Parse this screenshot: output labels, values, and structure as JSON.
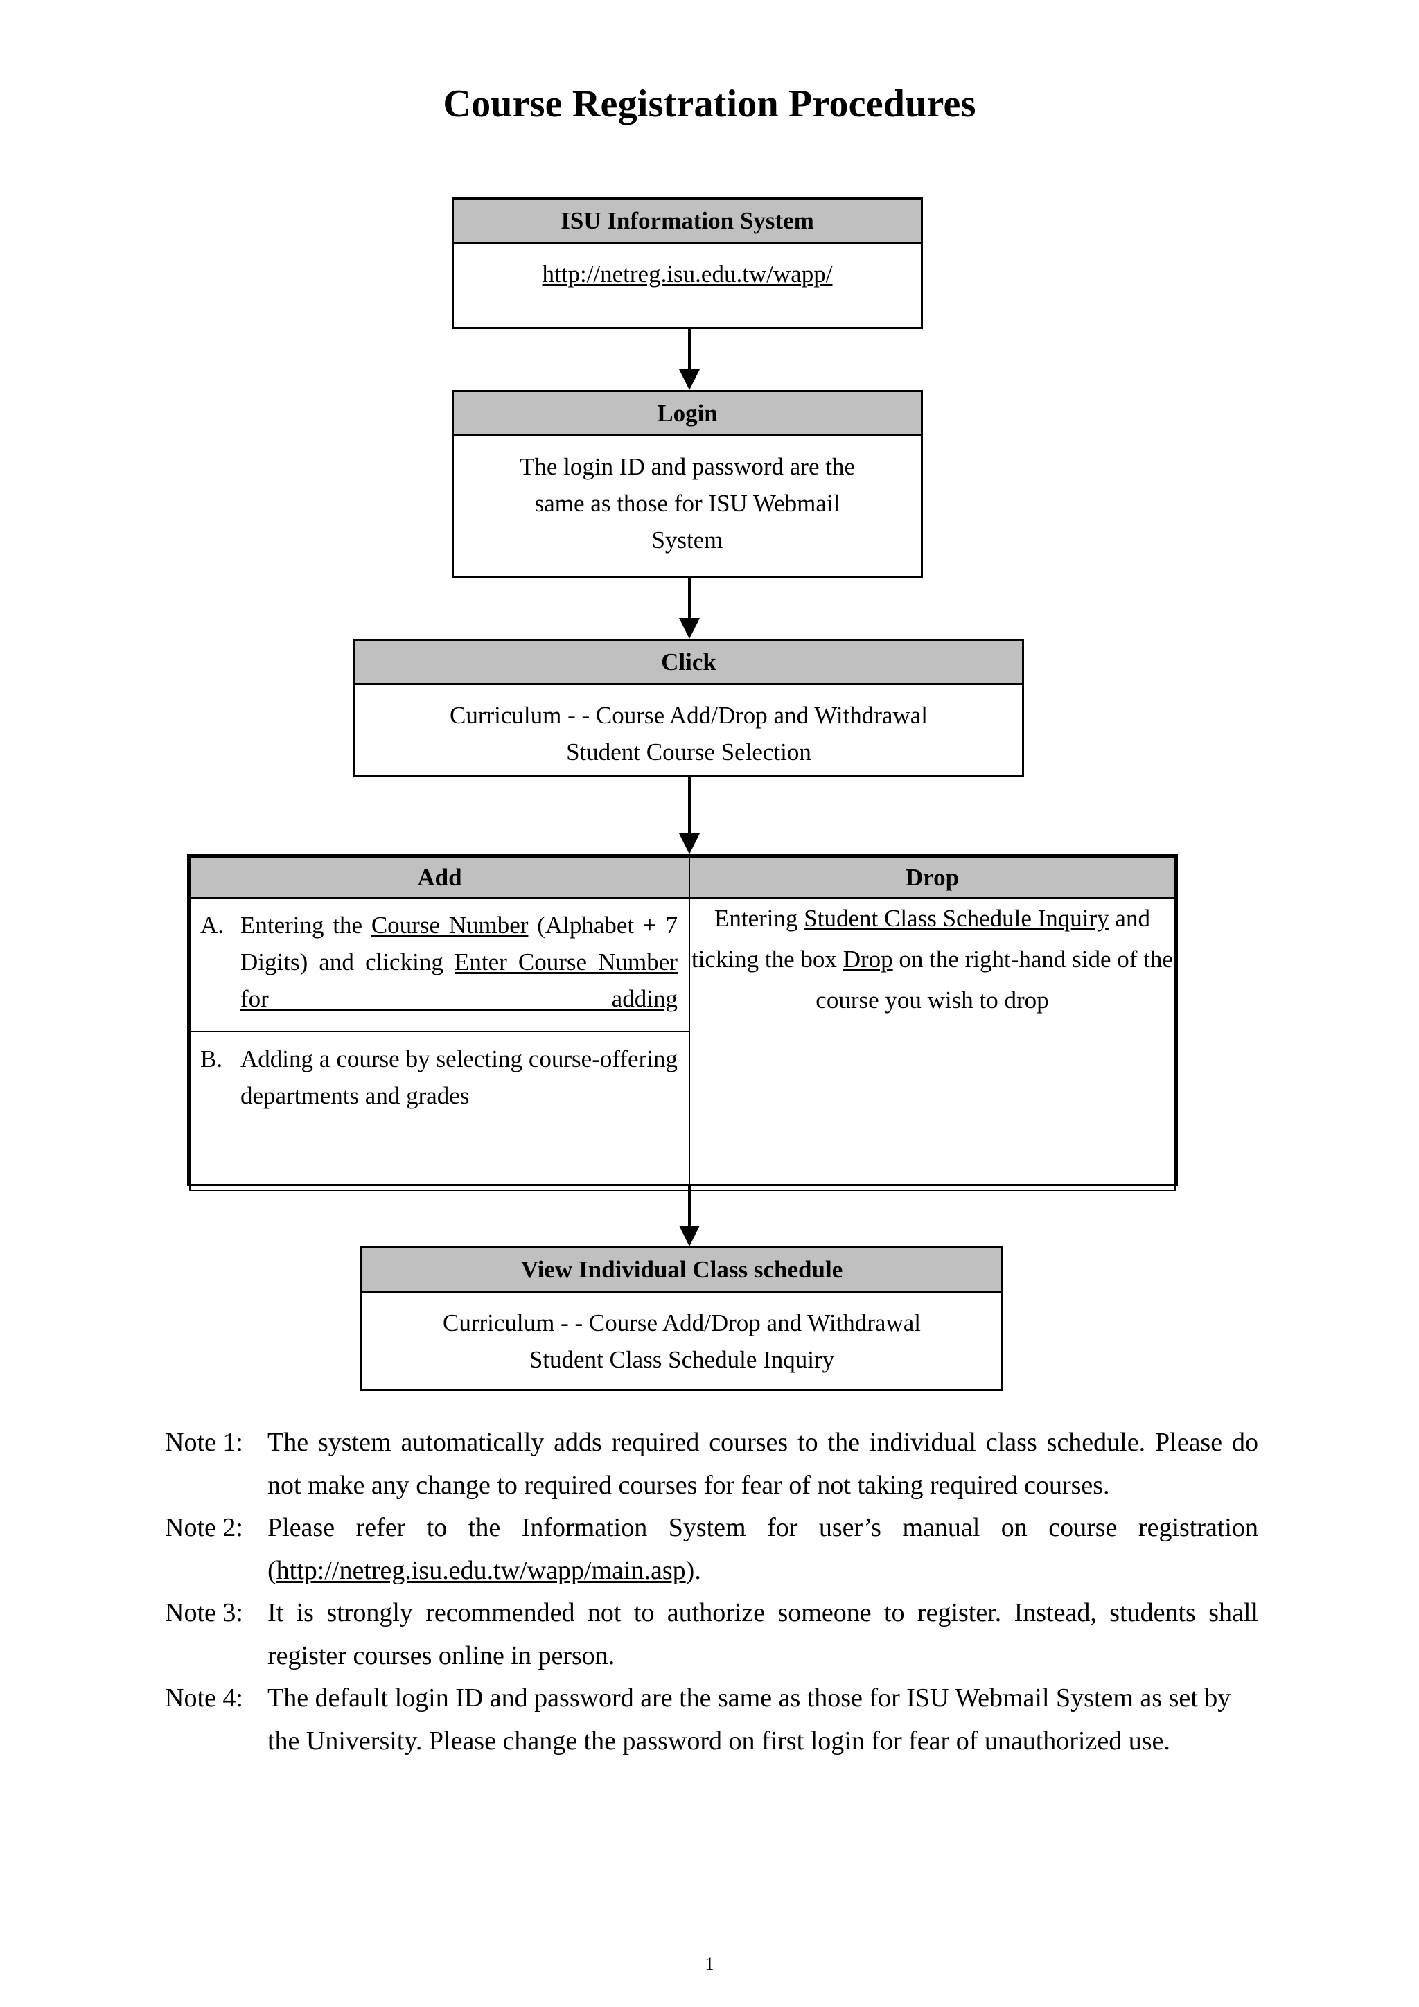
{
  "document": {
    "title": "Course Registration Procedures",
    "page_number": "1"
  },
  "colors": {
    "header_fill": "#C0C0C0",
    "border": "#000000",
    "text": "#000000",
    "background": "#FFFFFF"
  },
  "flowchart": {
    "boxes": [
      {
        "id": "isu-information-system",
        "header": "ISU Information System",
        "body_lines": [
          "http://netreg.isu.edu.tw/wapp/"
        ],
        "body_underlined": true
      },
      {
        "id": "login",
        "header": "Login",
        "body_lines": [
          "The login ID and password are the",
          "same as those for ISU Webmail",
          "System"
        ],
        "body_underlined": false
      },
      {
        "id": "click",
        "header": "Click",
        "body_lines": [
          "Curriculum - - Course Add/Drop and Withdrawal",
          "Student Course Selection"
        ],
        "body_underlined": false
      },
      {
        "id": "view-individual-class-schedule",
        "header": "View Individual Class schedule",
        "body_lines": [
          "Curriculum - - Course Add/Drop and Withdrawal",
          "Student Class Schedule Inquiry"
        ],
        "body_underlined": false
      }
    ],
    "add_drop_table": {
      "columns": [
        {
          "header": "Add"
        },
        {
          "header": "Drop"
        }
      ],
      "add_items": [
        {
          "marker": "A.",
          "text_before_link_1": "Entering the ",
          "link_1": "Course Number",
          "text_middle": " (Alphabet + 7 Digits) and clicking ",
          "link_2": "Enter Course Number for adding"
        },
        {
          "marker": "B.",
          "text_plain": "Adding a course by selecting course-offering departments and grades"
        }
      ],
      "drop_item": {
        "text_1": "Entering ",
        "link_1": "Student Class Schedule Inquiry",
        "text_2": " and ticking the box ",
        "link_2": "Drop",
        "text_3": " on the right-hand side of the course you wish to drop"
      }
    }
  },
  "notes": [
    {
      "label": "Note 1:",
      "text": "The system automatically adds required courses to the individual class schedule. Please do not make any change to required courses for fear of not taking required courses.",
      "justified": true
    },
    {
      "label": "Note 2:",
      "text_before": "Please refer to the Information System for user’s manual on course registration (",
      "link": "http://netreg.isu.edu.tw/wapp/main.asp",
      "text_after": ").",
      "justified": true
    },
    {
      "label": "Note 3:",
      "text": "It is strongly recommended not to authorize someone to register. Instead, students shall register courses online in person.",
      "justified": true
    },
    {
      "label": "Note 4:",
      "text": "The default login ID and password are the same as those for ISU Webmail System as set by the University. Please change the password on first login for fear of unauthorized use.",
      "justified": false
    }
  ]
}
